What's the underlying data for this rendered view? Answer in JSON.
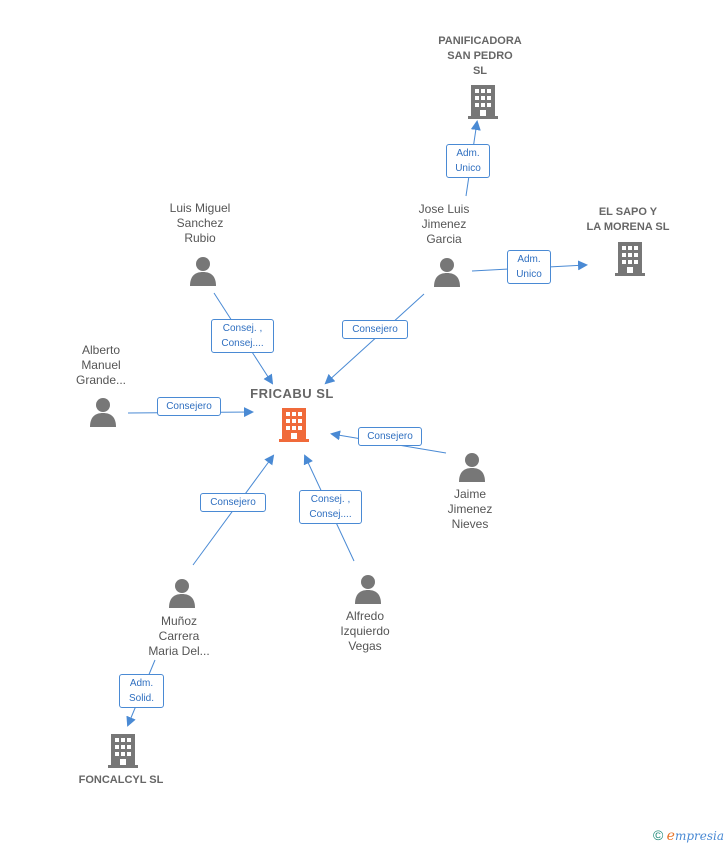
{
  "colors": {
    "edge": "#4a8ad4",
    "person": "#777777",
    "company": "#777777",
    "central": "#f06a3a"
  },
  "central": {
    "name": "FRICABU  SL",
    "icon": "building-icon"
  },
  "companies": {
    "panificadora": "PANIFICADORA\nSAN PEDRO\nSL",
    "elsapo": "EL SAPO Y\nLA MORENA SL",
    "foncalcyl": "FONCALCYL SL"
  },
  "persons": {
    "luis": "Luis Miguel\nSanchez\nRubio",
    "jose": "Jose Luis\nJimenez\nGarcia",
    "alberto": "Alberto\nManuel\nGrande...",
    "jaime": "Jaime\nJimenez\nNieves",
    "munoz": "Muñoz\nCarrera\nMaria Del...",
    "alfredo": "Alfredo\nIzquierdo\nVegas"
  },
  "edges": {
    "jose_panificadora": "Adm.\nUnico",
    "jose_elsapo": "Adm.\nUnico",
    "luis_central": "Consej. ,\nConsej....",
    "jose_central": "Consejero",
    "alberto_central": "Consejero",
    "jaime_central": "Consejero",
    "munoz_central": "Consejero",
    "alfredo_central": "Consej. ,\nConsej....",
    "munoz_foncalcyl": "Adm.\nSolid."
  },
  "footer": {
    "copyright": "©",
    "brand_first": "e",
    "brand_rest": "mpresia"
  }
}
